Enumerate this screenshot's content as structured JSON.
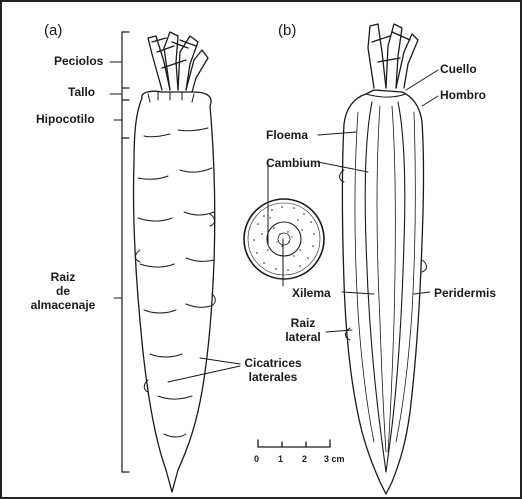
{
  "panels": {
    "a": "(a)",
    "b": "(b)"
  },
  "labels_a": {
    "peciolos": "Peciolos",
    "tallo": "Tallo",
    "hipocotilo": "Hipocotilo",
    "raiz_almacenaje": [
      "Raiz",
      "de",
      "almacenaje"
    ],
    "cicatrices": [
      "Cicatrices",
      "laterales"
    ]
  },
  "labels_b": {
    "cuello": "Cuello",
    "hombro": "Hombro",
    "floema": "Floema",
    "cambium": "Cambium",
    "xilema": "Xilema",
    "peridermis": "Peridermis",
    "raiz_lateral": [
      "Raiz",
      "lateral"
    ]
  },
  "scale_bar": {
    "ticks": [
      "0",
      "1",
      "2",
      "3 cm"
    ]
  },
  "colors": {
    "ink": "#1a1a1a",
    "background": "#ffffff"
  }
}
